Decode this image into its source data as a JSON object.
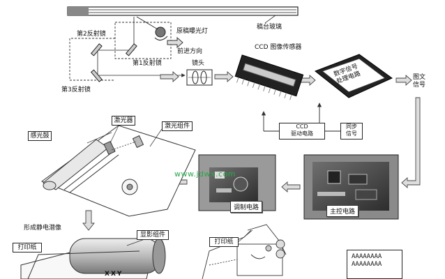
{
  "labels": {
    "platen_glass": "稿台玻璃",
    "exposure_lamp": "原稿曝光灯",
    "forward_direction": "前进方向",
    "mirror_2": "第2反射镜",
    "mirror_1": "第1反射镜",
    "mirror_3": "第3反射镜",
    "lens": "镜头",
    "ccd_sensor": "CCD 图像传感器",
    "dsp_circuit_line1": "数字信号",
    "dsp_circuit_line2": "处理电路",
    "image_signal_line1": "图文",
    "image_signal_line2": "信号",
    "ccd_driver_line1": "CCD",
    "ccd_driver_line2": "驱动电路",
    "sync_signal_line1": "同步",
    "sync_signal_line2": "信号",
    "photoconductor_drum": "感光鼓",
    "laser": "激光器",
    "laser_assembly": "激光组件",
    "modulation_circuit": "调制电路",
    "main_control_circuit": "主控电路",
    "form_latent_image": "形成静电潜像",
    "print_paper_left": "打印纸",
    "developer_assembly": "显影组件",
    "print_paper_right": "打印纸",
    "drum_text": "XXY",
    "printed_line_1": "AAAAAAAA",
    "printed_line_2": "AAAAAAAA"
  },
  "watermark": "www.jdwx.com"
}
